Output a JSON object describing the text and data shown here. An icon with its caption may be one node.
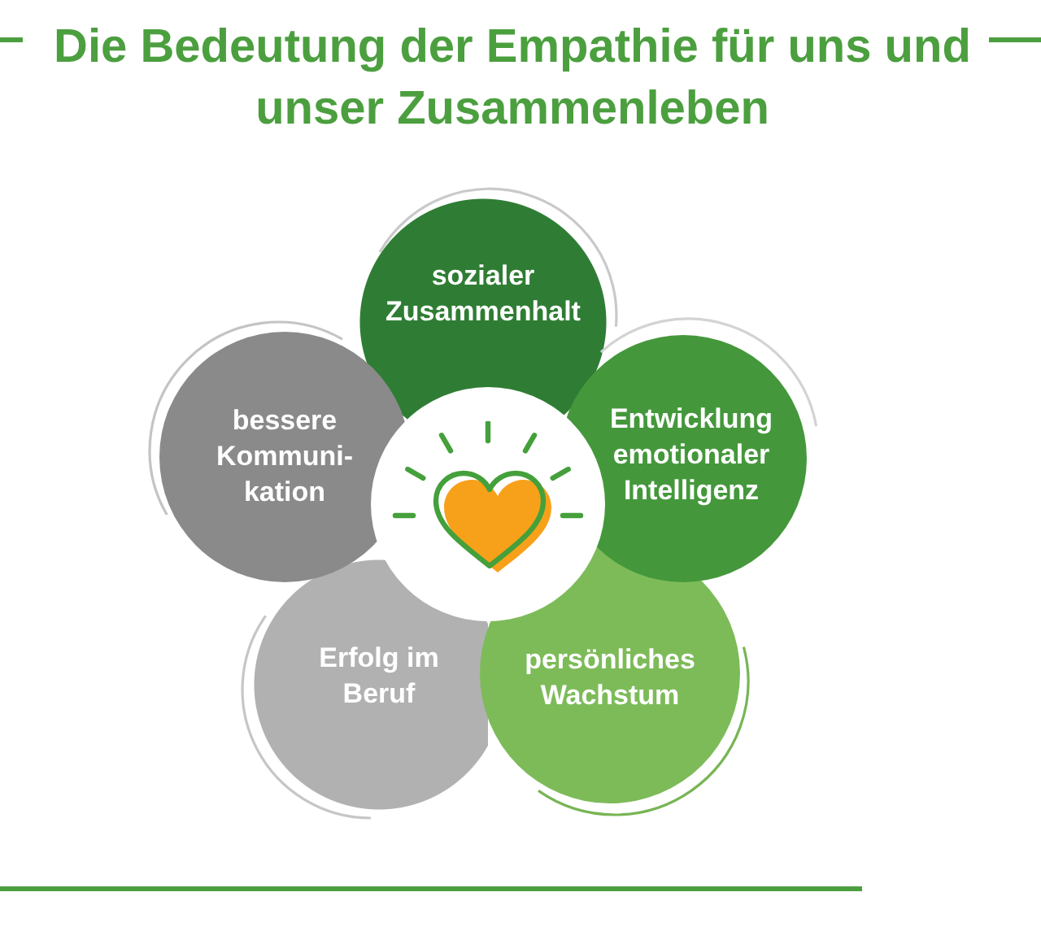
{
  "diagram": {
    "title": "Die Bedeutung der Empathie für uns und unser Zusammenleben",
    "nodes": [
      {
        "text": [
          "sozialer Zusammenhalt"
        ]
      },
      {
        "text": [
          "bessere Kommuni-kation"
        ]
      },
      {
        "text": [],
        "shape": "circle"
      },
      {
        "text": [
          "Entwicklung emotionaler Intelligenz"
        ]
      },
      {
        "text": [
          "Erfolg im Beruf"
        ]
      },
      {
        "text": [
          "persönliches Wachstum"
        ]
      }
    ]
  }
}
